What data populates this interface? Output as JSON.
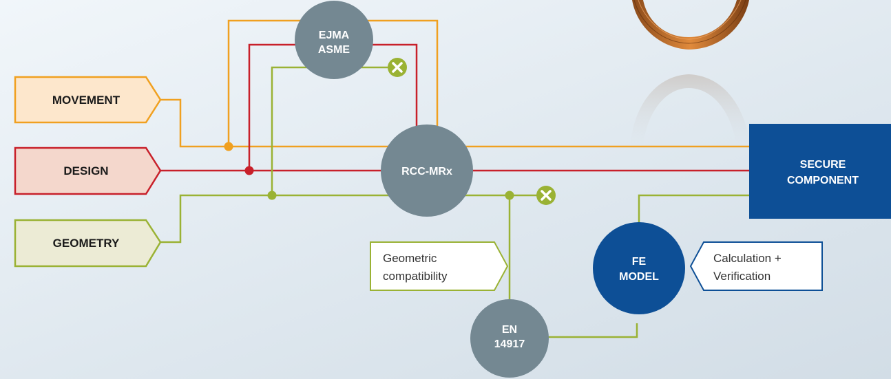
{
  "inputs": {
    "movement": "MOVEMENT",
    "design": "DESIGN",
    "geometry": "GEOMETRY"
  },
  "standards": {
    "ejma": [
      "EJMA",
      "ASME"
    ],
    "rcc": "RCC-MRx",
    "en": [
      "EN",
      "14917"
    ],
    "fe": [
      "FE",
      "MODEL"
    ]
  },
  "notes": {
    "geometric": [
      "Geometric",
      "compatibility"
    ],
    "calculation": [
      "Calculation +",
      "Verification"
    ]
  },
  "output": [
    "SECURE",
    "COMPONENT"
  ],
  "colors": {
    "movement": "#f0a020",
    "design": "#c8202a",
    "geometry": "#9ab234",
    "standard_circle": "#748892",
    "fe_circle": "#0d4f96",
    "secure_box": "#0d4f96",
    "reject_mark": "#9ab234"
  },
  "icons": {
    "reject": "x-circle-icon",
    "coil_image": "expansion-bellows-coil"
  }
}
